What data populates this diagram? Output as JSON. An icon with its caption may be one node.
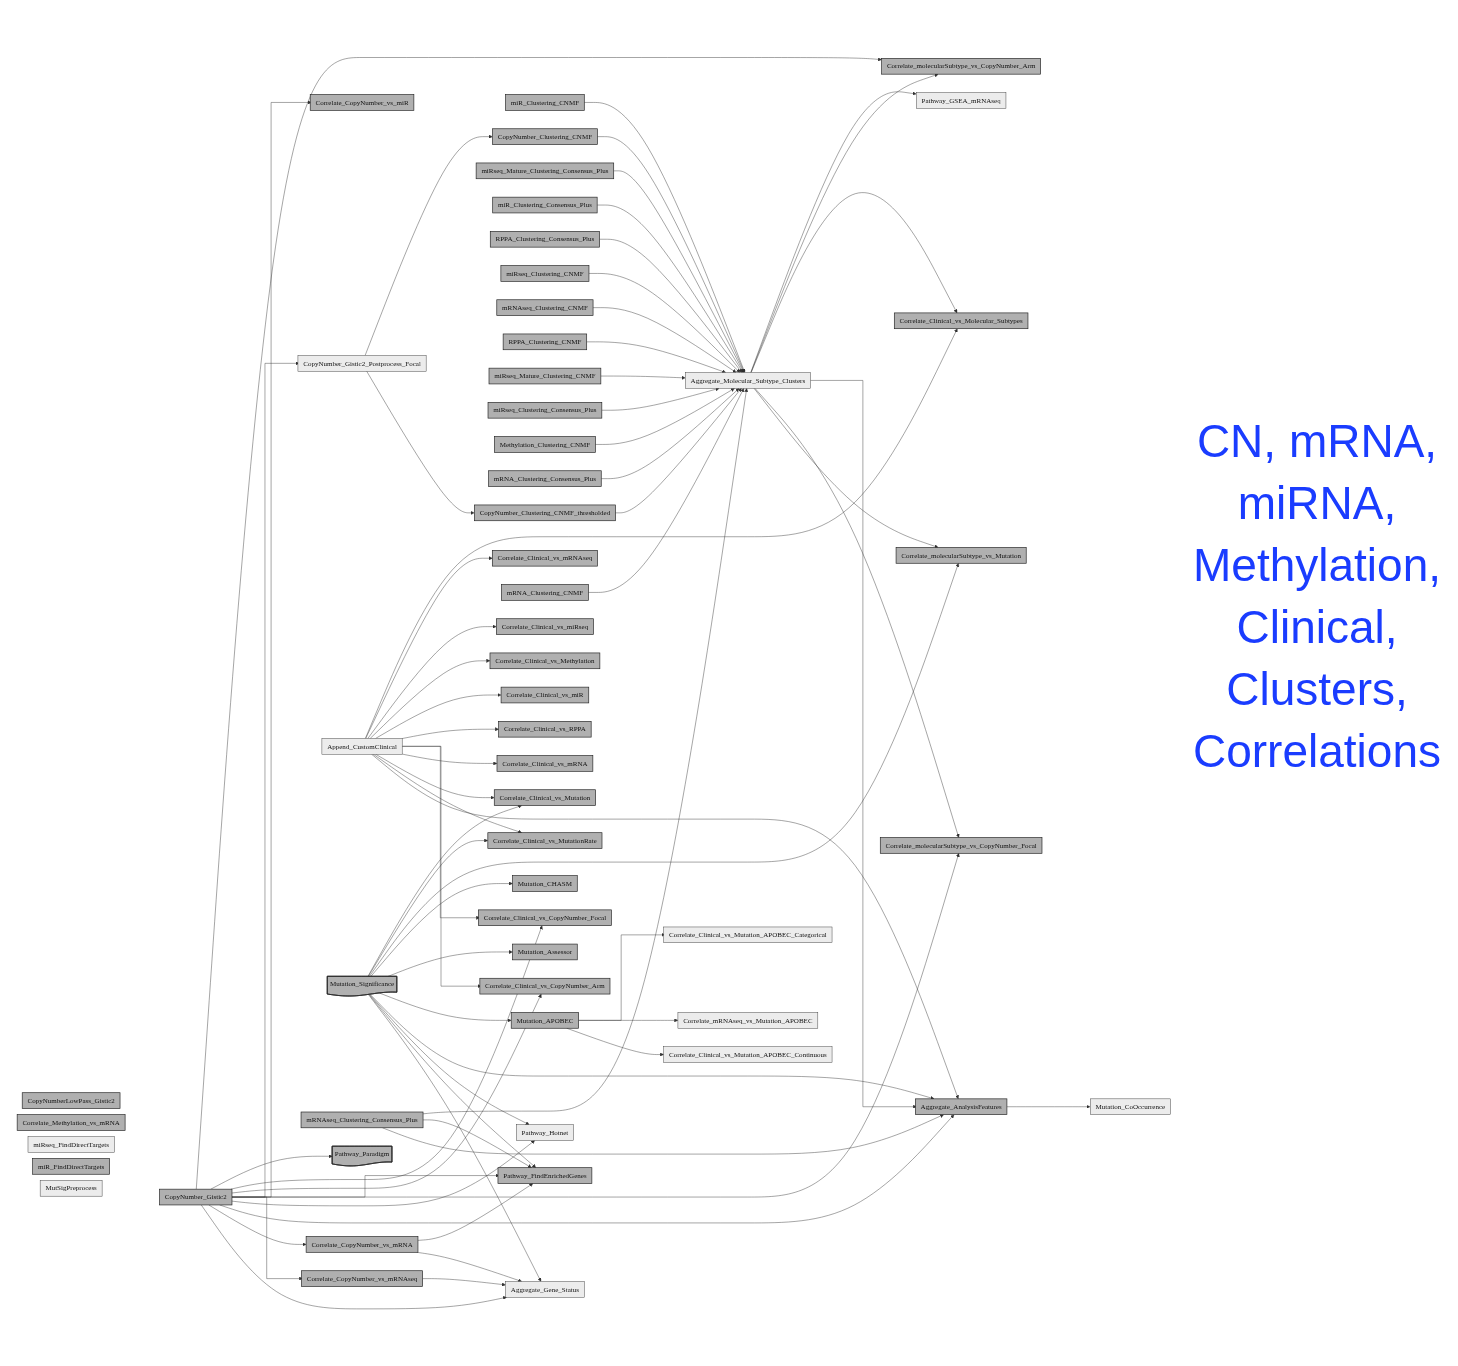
{
  "diagram": {
    "nodes": [
      {
        "text": [
          "CopyNumber_Clustering_CNMF"
        ]
      },
      {
        "text": [
          "Correlate_molecularSubtype_vs_CopyNumber_Arm"
        ]
      },
      {
        "text": [
          "miR_Clustering_CNMF"
        ]
      },
      {
        "text": [
          "CopyNumber_Clustering_CNMF_thresholded"
        ]
      },
      {
        "text": [
          "miRseq_Mature_Clustering_Consensus_Plus"
        ]
      },
      {
        "text": [
          "Correlate_Clinical_vs_Molecular_Subtypes"
        ]
      },
      {
        "text": [
          "miR_Clustering_Consensus_Plus"
        ]
      },
      {
        "text": [
          "RPPA_Clustering_Consensus_Plus"
        ]
      },
      {
        "text": [
          "miRseq_Clustering_CNMF"
        ]
      },
      {
        "text": [
          "mRNAseq_Clustering_CNMF"
        ]
      },
      {
        "text": [
          "RPPA_Clustering_CNMF"
        ]
      },
      {
        "text": [
          "Aggregate_Molecular_Subtype_Clusters"
        ]
      },
      {
        "text": [
          "Pathway_GSEA_mRNAseq"
        ]
      },
      {
        "text": [
          "Correlate_CopyNumber_vs_miR"
        ]
      },
      {
        "text": [
          "miRseq_Mature_Clustering_CNMF"
        ]
      },
      {
        "text": [
          "CopyNumber_Gistic2_Postprocess_Focal"
        ]
      },
      {
        "text": [
          "miRseq_Clustering_Consensus_Plus"
        ]
      },
      {
        "text": [
          "Methylation_Clustering_CNMF"
        ]
      },
      {
        "text": [
          "mRNA_Clustering_Consensus_Plus"
        ]
      },
      {
        "text": [
          "Correlate_Clinical_vs_mRNAseq"
        ]
      },
      {
        "text": [
          "Correlate_Clinical_vs_miRseq"
        ]
      },
      {
        "text": [
          "Correlate_Clinical_vs_Methylation"
        ]
      },
      {
        "text": [
          "mRNA_Clustering_CNMF"
        ]
      },
      {
        "text": [
          "Correlate_Clinical_vs_miR"
        ]
      },
      {
        "text": [
          "Pathway_Paradigm"
        ]
      },
      {
        "text": [
          "Correlate_Clinical_vs_RPPA"
        ]
      },
      {
        "text": [
          "CopyNumberLowPass_Gistic2"
        ]
      },
      {
        "text": [
          "Append_CustomClinical"
        ]
      },
      {
        "text": [
          "Correlate_Clinical_vs_mRNA"
        ]
      },
      {
        "text": [
          "Correlate_Methylation_vs_mRNA"
        ]
      },
      {
        "text": [
          "miRseq_FindDirectTargets"
        ]
      },
      {
        "text": [
          "Correlate_Clinical_vs_CopyNumber_Focal"
        ]
      },
      {
        "text": [
          "miR_FindDirectTargets"
        ]
      },
      {
        "text": [
          "Correlate_Clinical_vs_CopyNumber_Arm"
        ]
      },
      {
        "text": [
          "Correlate_molecularSubtype_vs_CopyNumber_Focal"
        ]
      },
      {
        "text": [
          "CopyNumber_Gistic2"
        ]
      },
      {
        "text": [
          "Correlate_Clinical_vs_Mutation"
        ]
      },
      {
        "text": [
          "Correlate_molecularSubtype_vs_Mutation"
        ]
      },
      {
        "text": [
          "Correlate_Clinical_vs_MutationRate"
        ]
      },
      {
        "text": [
          "Mutation_CHASM"
        ]
      },
      {
        "text": [
          "Correlate_Clinical_vs_Mutation_APOBEC_Categorical"
        ]
      },
      {
        "text": [
          "Mutation_Assessor"
        ]
      },
      {
        "text": [
          "Correlate_mRNAseq_vs_Mutation_APOBEC"
        ]
      },
      {
        "text": [
          "Mutation_Significance"
        ]
      },
      {
        "text": [
          "Mutation_APOBEC"
        ]
      },
      {
        "text": [
          "Correlate_Clinical_vs_Mutation_APOBEC_Continuous"
        ]
      },
      {
        "text": [
          "Aggregate_AnalysisFeatures"
        ]
      },
      {
        "text": [
          "Mutation_CoOccurrence"
        ]
      },
      {
        "text": [
          "Pathway_Hotnet"
        ]
      },
      {
        "text": [
          "mRNAseq_Clustering_Consensus_Plus"
        ]
      },
      {
        "text": [
          "Pathway_FindEnrichedGenes"
        ]
      },
      {
        "text": [
          "Correlate_CopyNumber_vs_mRNA"
        ]
      },
      {
        "text": [
          "Aggregate_Gene_Status"
        ]
      },
      {
        "text": [
          "MutSigPreprocess"
        ]
      },
      {
        "text": [
          "Correlate_CopyNumber_vs_mRNAseq"
        ]
      }
    ],
    "edges": [
      {
        "from": 35,
        "to": 1,
        "arrow": "to"
      },
      {
        "from": 35,
        "to": 13,
        "arrow": "to"
      },
      {
        "from": 35,
        "to": 15,
        "arrow": "to"
      },
      {
        "from": 35,
        "to": 24,
        "arrow": "to"
      },
      {
        "from": 35,
        "to": 31,
        "arrow": "to"
      },
      {
        "from": 35,
        "to": 33,
        "arrow": "to"
      },
      {
        "from": 35,
        "to": 34,
        "arrow": "to"
      },
      {
        "from": 35,
        "to": 48,
        "arrow": "to"
      },
      {
        "from": 35,
        "to": 46,
        "arrow": "to"
      },
      {
        "from": 35,
        "to": 51,
        "arrow": "to"
      },
      {
        "from": 35,
        "to": 54,
        "arrow": "to"
      },
      {
        "from": 35,
        "to": 50,
        "arrow": "to"
      },
      {
        "from": 35,
        "to": 52,
        "arrow": "to"
      },
      {
        "from": 15,
        "to": 0,
        "arrow": "to"
      },
      {
        "from": 15,
        "to": 3,
        "arrow": "to"
      },
      {
        "from": 27,
        "to": 5,
        "arrow": "to"
      },
      {
        "from": 27,
        "to": 19,
        "arrow": "to"
      },
      {
        "from": 27,
        "to": 20,
        "arrow": "to"
      },
      {
        "from": 27,
        "to": 21,
        "arrow": "to"
      },
      {
        "from": 27,
        "to": 23,
        "arrow": "to"
      },
      {
        "from": 27,
        "to": 25,
        "arrow": "to"
      },
      {
        "from": 27,
        "to": 28,
        "arrow": "to"
      },
      {
        "from": 27,
        "to": 31,
        "arrow": "to"
      },
      {
        "from": 27,
        "to": 33,
        "arrow": "to"
      },
      {
        "from": 27,
        "to": 36,
        "arrow": "to"
      },
      {
        "from": 27,
        "to": 38,
        "arrow": "to"
      },
      {
        "from": 27,
        "to": 46,
        "arrow": "to"
      },
      {
        "from": 0,
        "to": 11,
        "arrow": "to"
      },
      {
        "from": 2,
        "to": 11,
        "arrow": "to"
      },
      {
        "from": 3,
        "to": 11,
        "arrow": "to"
      },
      {
        "from": 4,
        "to": 11,
        "arrow": "to"
      },
      {
        "from": 6,
        "to": 11,
        "arrow": "to"
      },
      {
        "from": 7,
        "to": 11,
        "arrow": "to"
      },
      {
        "from": 8,
        "to": 11,
        "arrow": "to"
      },
      {
        "from": 9,
        "to": 11,
        "arrow": "to"
      },
      {
        "from": 10,
        "to": 11,
        "arrow": "to"
      },
      {
        "from": 14,
        "to": 11,
        "arrow": "to"
      },
      {
        "from": 16,
        "to": 11,
        "arrow": "to"
      },
      {
        "from": 17,
        "to": 11,
        "arrow": "to"
      },
      {
        "from": 18,
        "to": 11,
        "arrow": "to"
      },
      {
        "from": 22,
        "to": 11,
        "arrow": "to"
      },
      {
        "from": 49,
        "to": 11,
        "arrow": "to"
      },
      {
        "from": 11,
        "to": 12,
        "arrow": "to"
      },
      {
        "from": 11,
        "to": 1,
        "arrow": "to"
      },
      {
        "from": 11,
        "to": 5,
        "arrow": "to"
      },
      {
        "from": 11,
        "to": 34,
        "arrow": "to"
      },
      {
        "from": 11,
        "to": 37,
        "arrow": "to"
      },
      {
        "from": 11,
        "to": 46,
        "arrow": "to"
      },
      {
        "from": 43,
        "to": 36,
        "arrow": "to"
      },
      {
        "from": 43,
        "to": 38,
        "arrow": "to"
      },
      {
        "from": 43,
        "to": 37,
        "arrow": "to"
      },
      {
        "from": 43,
        "to": 39,
        "arrow": "to"
      },
      {
        "from": 43,
        "to": 41,
        "arrow": "to"
      },
      {
        "from": 43,
        "to": 44,
        "arrow": "to"
      },
      {
        "from": 43,
        "to": 46,
        "arrow": "to"
      },
      {
        "from": 43,
        "to": 48,
        "arrow": "to"
      },
      {
        "from": 43,
        "to": 50,
        "arrow": "to"
      },
      {
        "from": 43,
        "to": 52,
        "arrow": "to"
      },
      {
        "from": 44,
        "to": 40,
        "arrow": "to"
      },
      {
        "from": 44,
        "to": 42,
        "arrow": "to"
      },
      {
        "from": 44,
        "to": 45,
        "arrow": "to"
      },
      {
        "from": 46,
        "to": 47,
        "arrow": "to"
      },
      {
        "from": 49,
        "to": 50,
        "arrow": "to"
      },
      {
        "from": 49,
        "to": 46,
        "arrow": "to"
      },
      {
        "from": 51,
        "to": 50,
        "arrow": "to"
      },
      {
        "from": 51,
        "to": 52,
        "arrow": "to"
      },
      {
        "from": 54,
        "to": 52,
        "arrow": "to"
      }
    ],
    "labels": [
      "CN, mRNA, miRNA, Methylation, Clinical, Clusters, Correlations"
    ]
  }
}
